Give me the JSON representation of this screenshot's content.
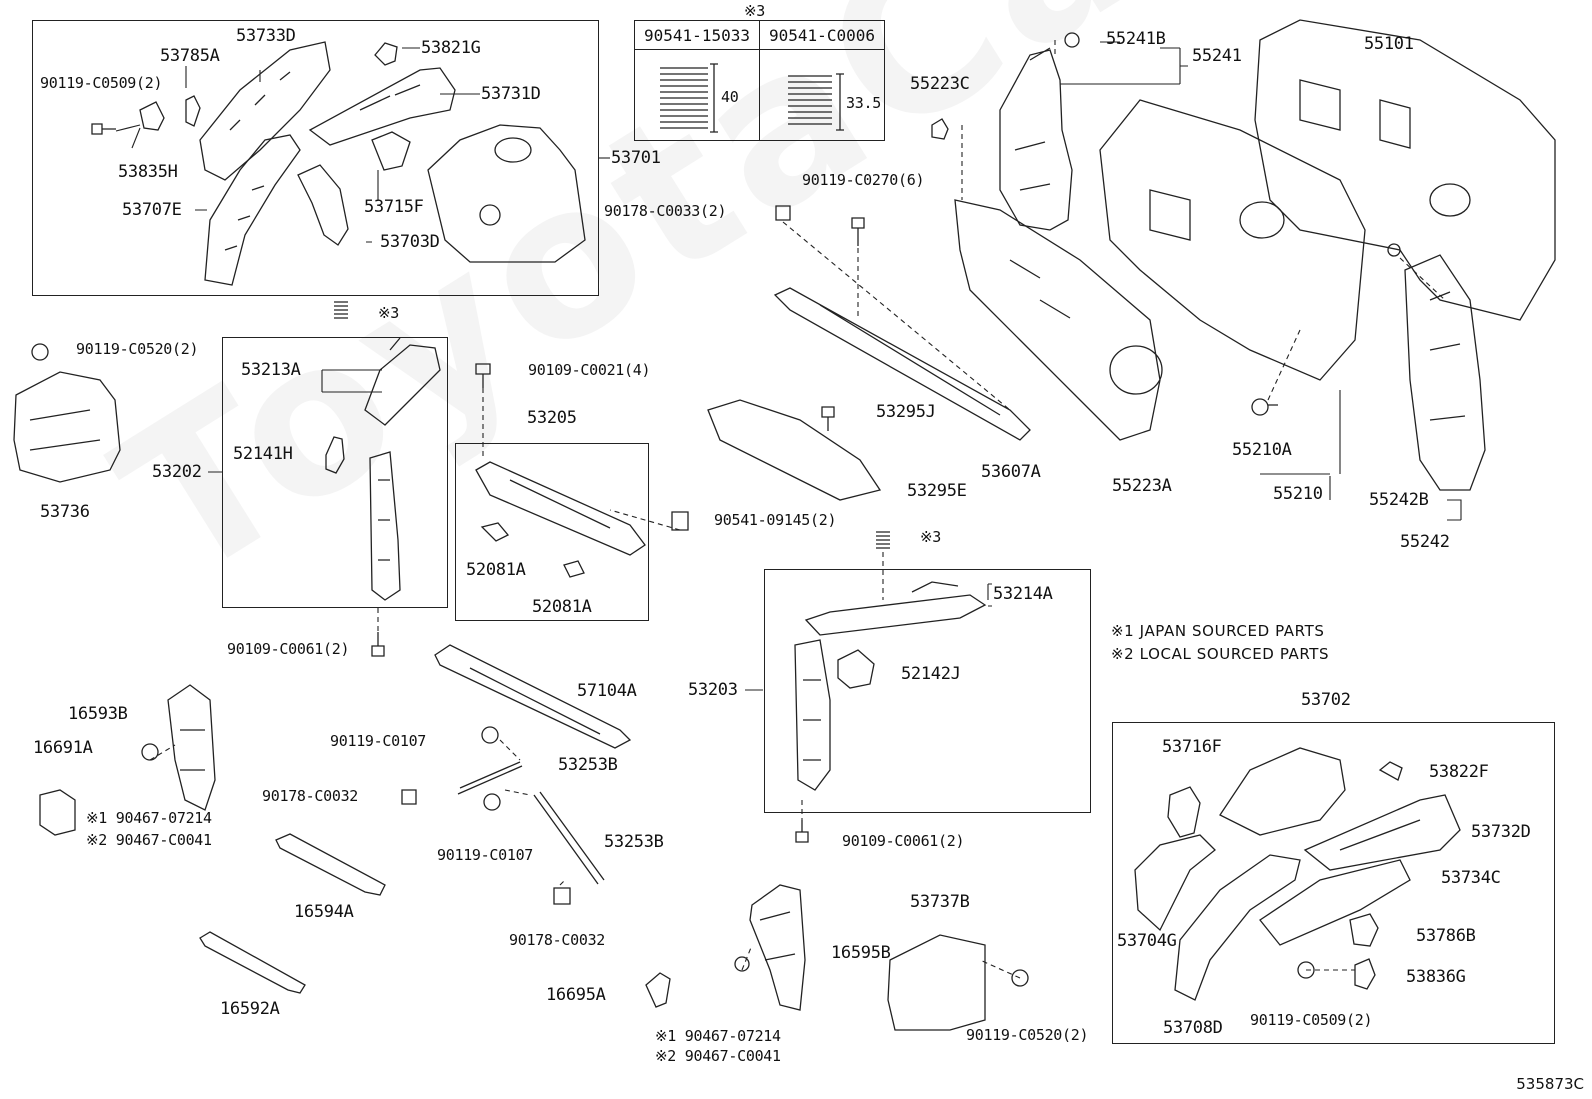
{
  "watermark": "ToyotaCarMiles.com",
  "diagram_code": "535873C",
  "notes": {
    "note1": "※1 JAPAN SOURCED PARTS",
    "note2": "※2 LOCAL SOURCED PARTS"
  },
  "spring_table": {
    "mark": "※3",
    "col1": {
      "part": "90541-15033",
      "size": "40"
    },
    "col2": {
      "part": "90541-C0006",
      "size": "33.5"
    }
  },
  "labels": {
    "p53733D": "53733D",
    "p53785A": "53785A",
    "p53821G": "53821G",
    "p90119_C0509_2a": "90119-C0509(2)",
    "p53731D": "53731D",
    "p53835H": "53835H",
    "p53715F": "53715F",
    "p53707E": "53707E",
    "p53703D": "53703D",
    "p53701": "53701",
    "p55241B": "55241B",
    "p55241": "55241",
    "p55101": "55101",
    "p55223C": "55223C",
    "p90119_C0270_6": "90119-C0270(6)",
    "p90178_C0033_2": "90178-C0033(2)",
    "mark3a": "※3",
    "p90119_C0520_2a": "90119-C0520(2)",
    "p53213A": "53213A",
    "p90109_C0021_4": "90109-C0021(4)",
    "p52141H": "52141H",
    "p53205": "53205",
    "p53202": "53202",
    "p53736": "53736",
    "p53295J": "53295J",
    "p53295E": "53295E",
    "p53607A": "53607A",
    "p55223A": "55223A",
    "p55210A": "55210A",
    "p55210": "55210",
    "p55242B": "55242B",
    "p55242": "55242",
    "p90541_09145_2": "90541-09145(2)",
    "p52081Aa": "52081A",
    "p52081Ab": "52081A",
    "mark3b": "※3",
    "p53214A": "53214A",
    "p90109_C0061_2a": "90109-C0061(2)",
    "p16593B": "16593B",
    "p57104A": "57104A",
    "p52142J": "52142J",
    "p53203": "53203",
    "p53702": "53702",
    "p16691A": "16691A",
    "p90119_C0107a": "90119-C0107",
    "p53253Ba": "53253B",
    "p53716F": "53716F",
    "p53822F": "53822F",
    "p90467_07214a": "※1 90467-07214",
    "p90467_C0041a": "※2 90467-C0041",
    "p90178_C0032a": "90178-C0032",
    "p90119_C0107b": "90119-C0107",
    "p53253Bb": "53253B",
    "p90109_C0061_2b": "90109-C0061(2)",
    "p53732D": "53732D",
    "p53734C": "53734C",
    "p16594A": "16594A",
    "p90178_C0032b": "90178-C0032",
    "p16595B": "16595B",
    "p53737B": "53737B",
    "p53704G": "53704G",
    "p53786B": "53786B",
    "p16695A": "16695A",
    "p16592A": "16592A",
    "p90467_07214b": "※1 90467-07214",
    "p90467_C0041b": "※2 90467-C0041",
    "p90119_C0520_2b": "90119-C0520(2)",
    "p53708D": "53708D",
    "p90119_C0509_2b": "90119-C0509(2)",
    "p53836G": "53836G"
  }
}
